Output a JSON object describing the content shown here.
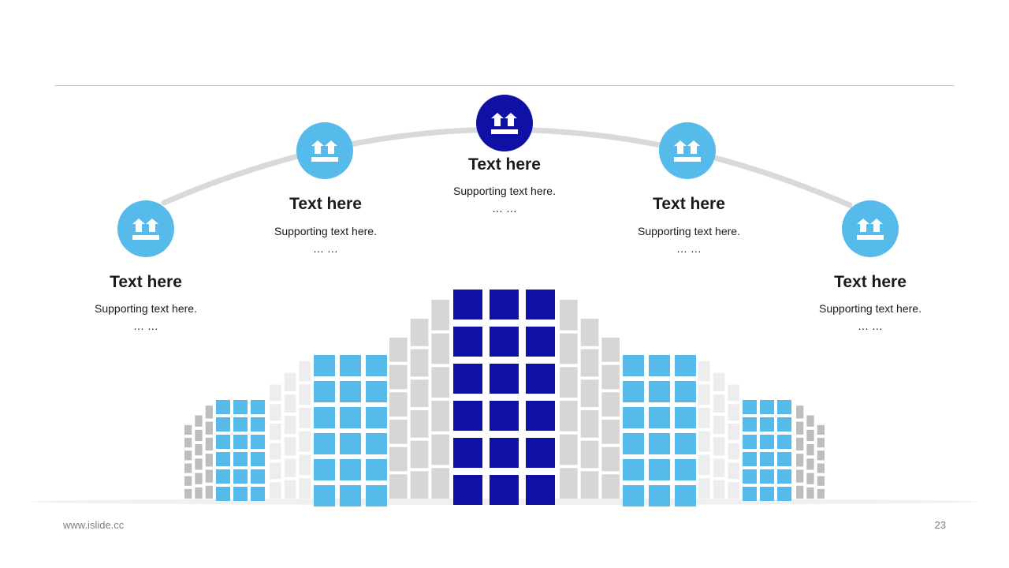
{
  "colors": {
    "light_blue": "#56bbea",
    "dark_blue": "#0e11a3",
    "arc_gray": "#d9d9d9",
    "facade_gray": "#d6d6d6"
  },
  "icon": "up-arrows-box-icon",
  "steps": [
    {
      "title": "Text here",
      "support": "Supporting text here.",
      "ellipsis": "… …",
      "highlight": false
    },
    {
      "title": "Text here",
      "support": "Supporting text here.",
      "ellipsis": "… …",
      "highlight": false
    },
    {
      "title": "Text here",
      "support": "Supporting text here.",
      "ellipsis": "… …",
      "highlight": true
    },
    {
      "title": "Text here",
      "support": "Supporting text here.",
      "ellipsis": "… …",
      "highlight": false
    },
    {
      "title": "Text here",
      "support": "Supporting text here.",
      "ellipsis": "… …",
      "highlight": false
    }
  ],
  "footer": {
    "url": "www.islide.cc",
    "page": "23"
  }
}
